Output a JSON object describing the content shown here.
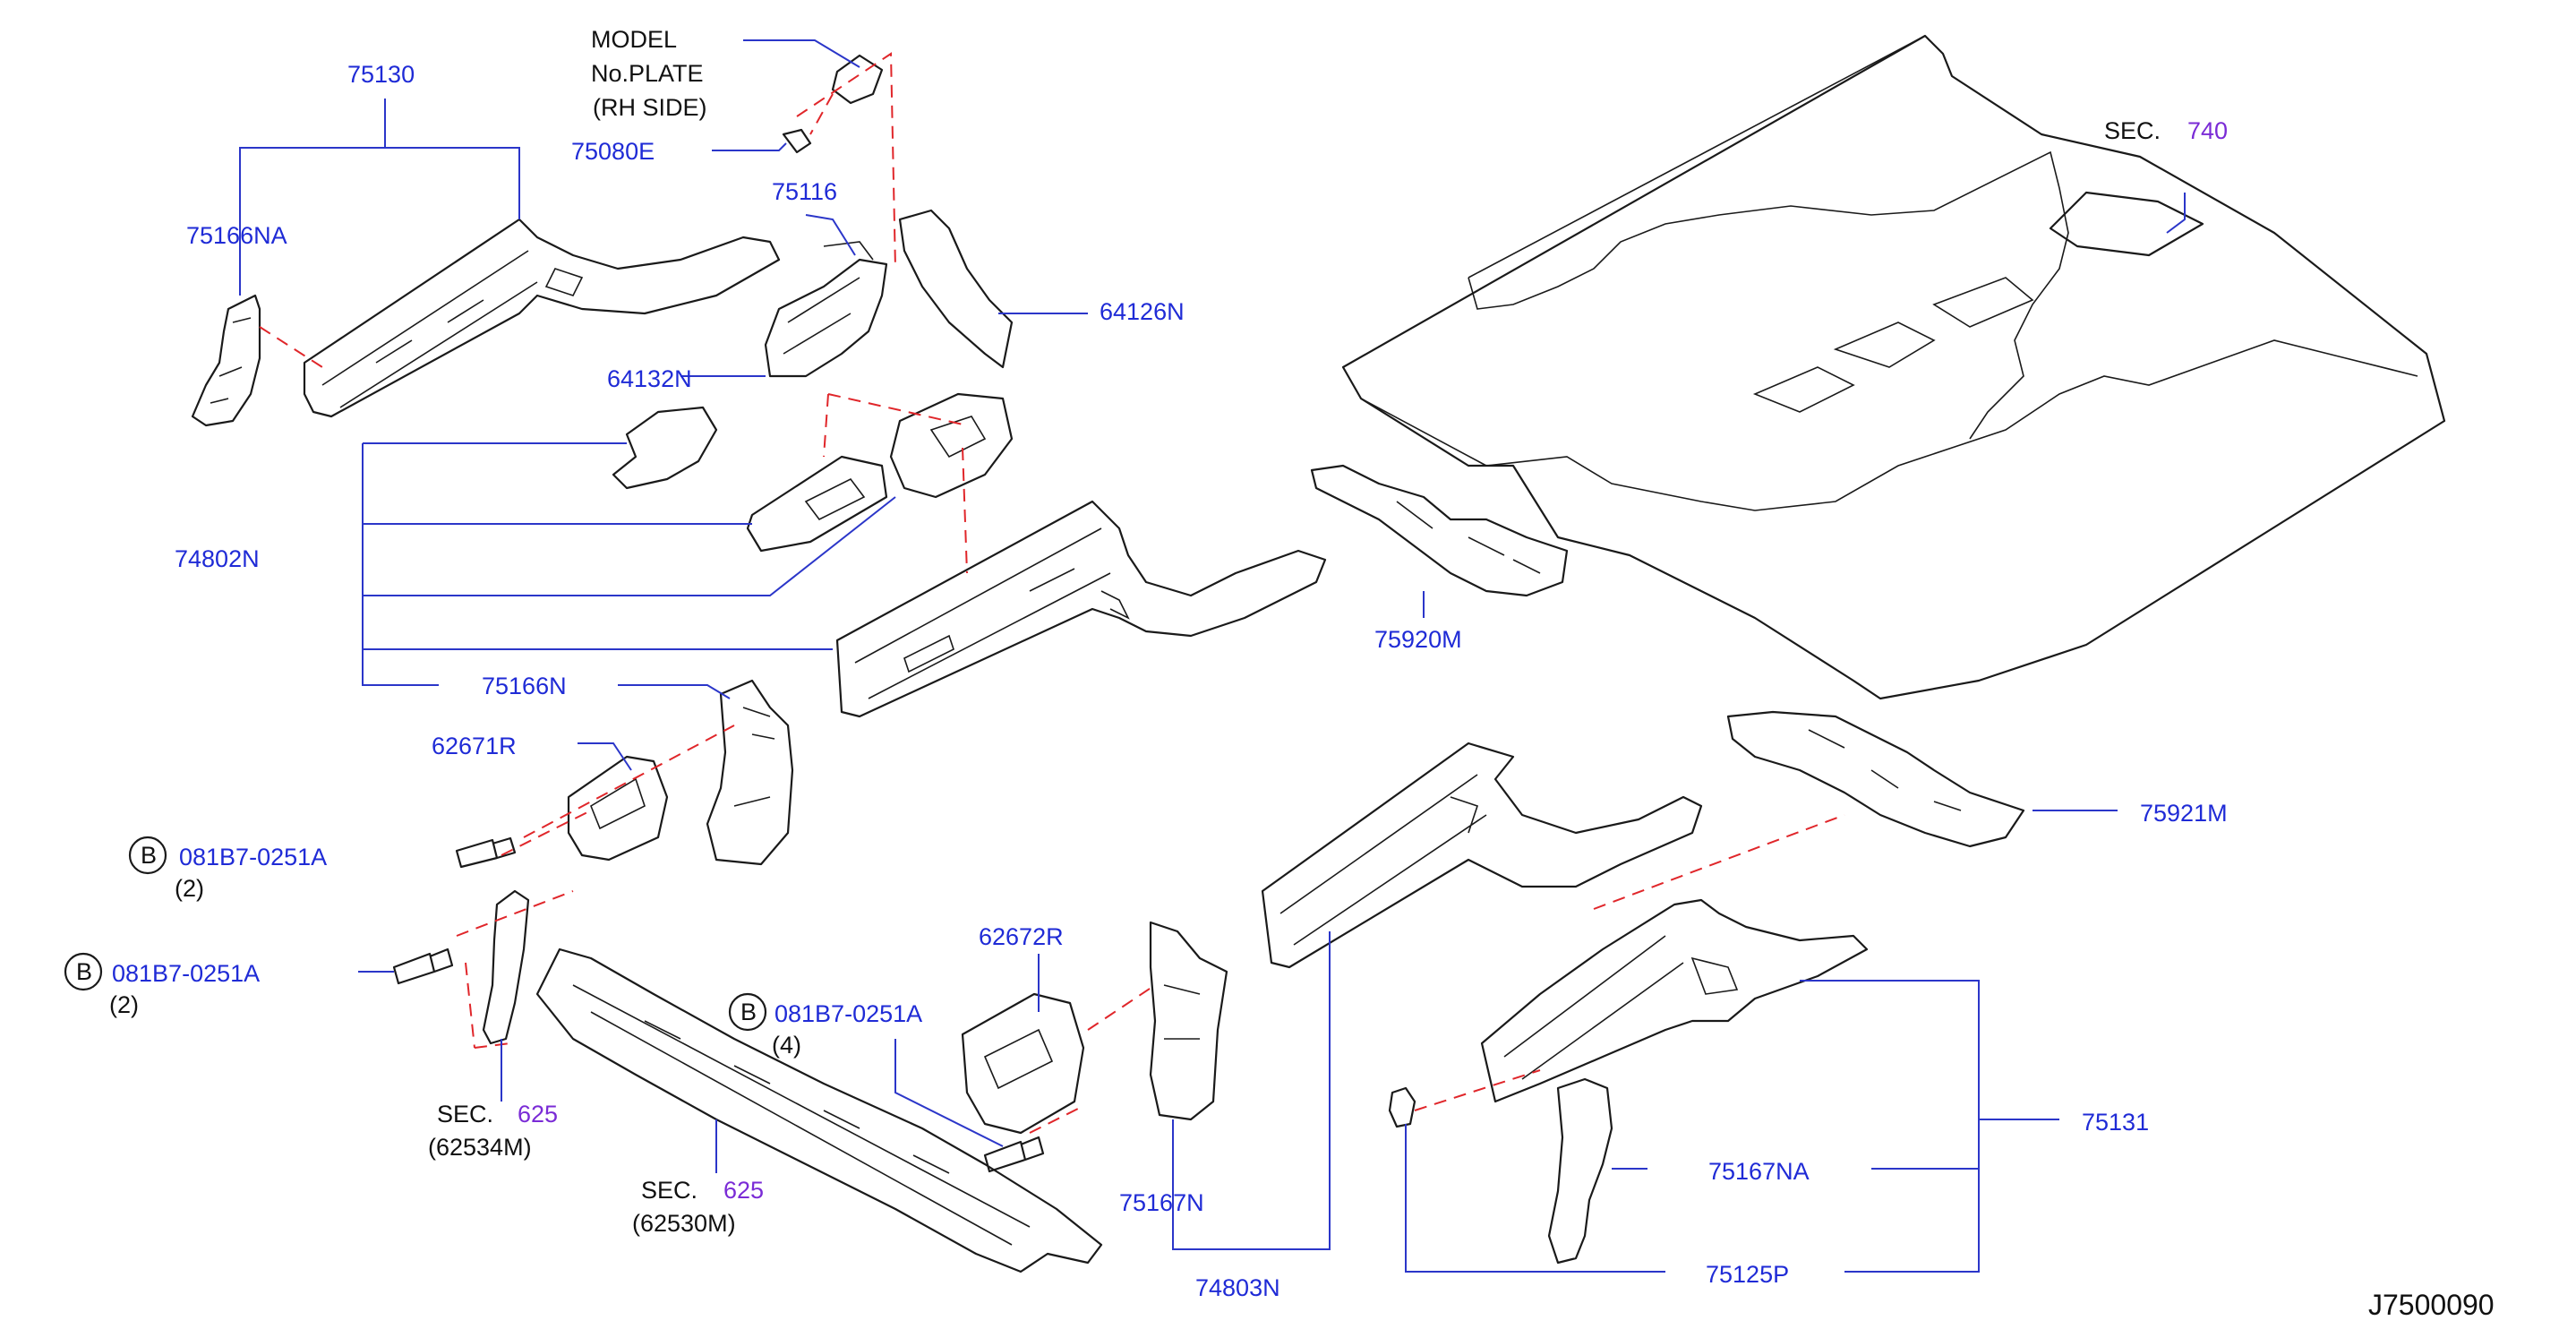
{
  "labels": {
    "model_plate": "MODEL",
    "no_plate": "No.PLATE",
    "rh_side": "(RH   SIDE)",
    "p75130": "75130",
    "p75080E": "75080E",
    "p75116": "75116",
    "p75166NA": "75166NA",
    "p64126N": "64126N",
    "p64132N": "64132N",
    "p74802N": "74802N",
    "p75166N": "75166N",
    "p62671R": "62671R",
    "bolt1": "081B7-0251A",
    "bolt1_qty": "(2)",
    "bolt2": "081B7-0251A",
    "bolt2_qty": "(2)",
    "bolt3": "081B7-0251A",
    "bolt3_qty": "(4)",
    "b_mark": "B",
    "sec": "SEC.",
    "sec625a": "625",
    "sec625a_sub": "(62534M)",
    "sec625b": "625",
    "sec625b_sub": "(62530M)",
    "sec740": "740",
    "p62672R": "62672R",
    "p75167N": "75167N",
    "p74803N": "74803N",
    "p75920M": "75920M",
    "p75921M": "75921M",
    "p75131": "75131",
    "p75167NA": "75167NA",
    "p75125P": "75125P",
    "diagram_id": "J7500090"
  },
  "colors": {
    "part_number": "#1f2bd6",
    "section_ref": "#7a2bd6",
    "leader_line": "#2b36c9",
    "phantom_line": "#e0262a",
    "outline": "#1a1a1a"
  }
}
